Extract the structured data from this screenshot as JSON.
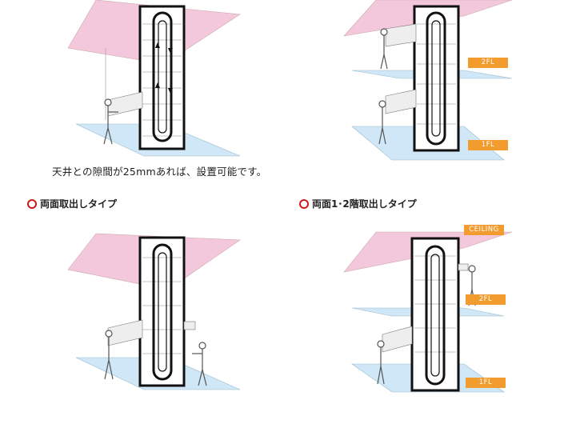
{
  "caption": "天井との隙間が25mmあれば、設置可能です。",
  "sections": {
    "both_sides": "両面取出しタイプ",
    "both_sides_two_floors": "両面1･2階取出しタイプ"
  },
  "tags": {
    "top_right": {
      "second_floor": "2FL",
      "first_floor": "1FL"
    },
    "bottom_right": {
      "ceiling": "CEILING",
      "second_floor": "2FL",
      "first_floor": "1FL"
    }
  },
  "colors": {
    "ceiling_fill": "#f4c8dc",
    "floor_fill": "#cfe7f6",
    "accent_red": "#cc1a1a",
    "tag_orange": "#f29b2e",
    "frame": "#111111"
  },
  "icons": [
    "ring-icon"
  ]
}
